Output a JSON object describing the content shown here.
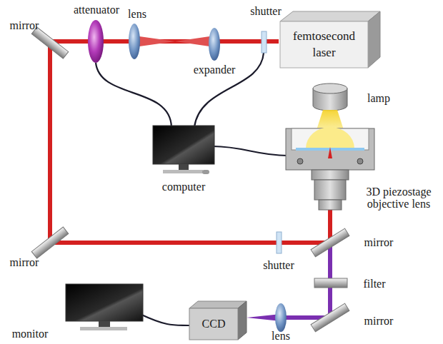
{
  "diagram": {
    "nodes": [
      {
        "text": [
          "femtosecond laser"
        ]
      },
      {
        "text": [
          "CCD"
        ]
      }
    ],
    "labels": [
      "mirror",
      "attenuator",
      "lens",
      "expander",
      "shutter",
      "lamp",
      "computer",
      "3D piezostage objective lens",
      "mirror",
      "shutter",
      "mirror",
      "filter",
      "monitor",
      "mirror",
      "lens"
    ]
  }
}
